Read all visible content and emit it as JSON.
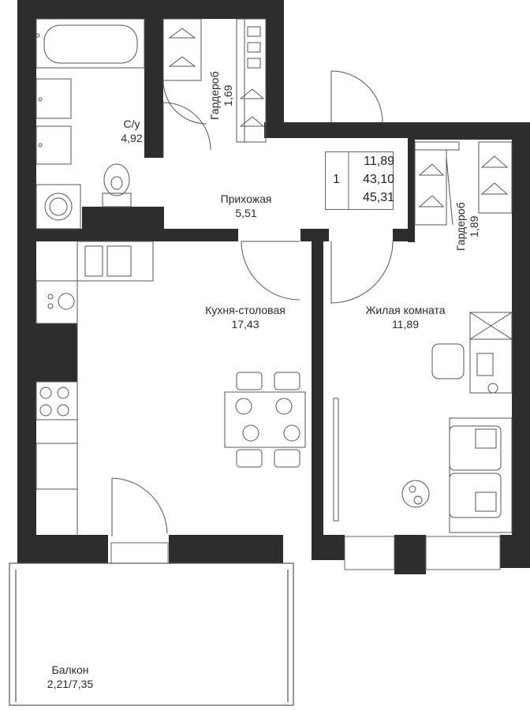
{
  "apartment": {
    "rooms": "1",
    "living_area": "11,89",
    "total_area": "43,10",
    "total_with_balcony": "45,31"
  },
  "rooms": {
    "bathroom": {
      "name": "С/у",
      "area": "4,92"
    },
    "wardrobe1": {
      "name": "Гардероб",
      "area": "1,69"
    },
    "hallway": {
      "name": "Прихожая",
      "area": "5,51"
    },
    "wardrobe2": {
      "name": "Гардероб",
      "area": "1,89"
    },
    "kitchen": {
      "name": "Кухня-столовая",
      "area": "17,43"
    },
    "living": {
      "name": "Жилая комната",
      "area": "11,89"
    },
    "balcony": {
      "name": "Балкон",
      "area": "2,21/7,35"
    }
  },
  "colors": {
    "wall": "#2d2d2d",
    "line": "#666666",
    "background": "#ffffff"
  }
}
